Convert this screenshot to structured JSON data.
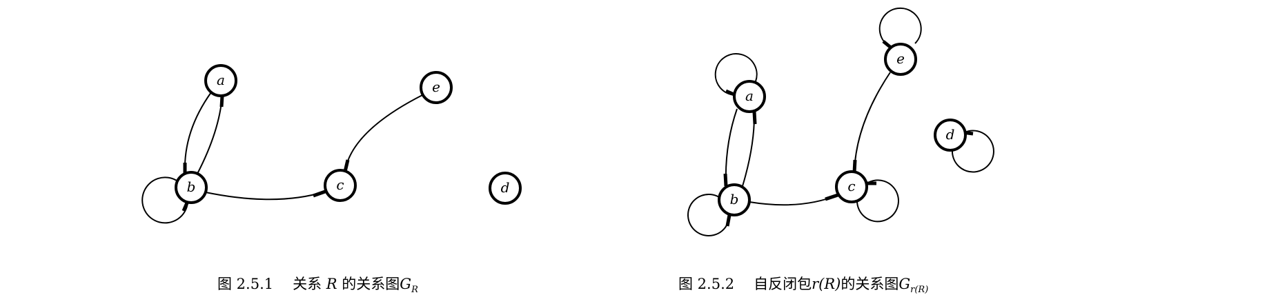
{
  "figure1": {
    "number": "图 2.5.1",
    "caption_prefix": "关系",
    "relation": "R",
    "caption_mid": "的关系图",
    "graph_symbol": "G",
    "graph_subscript": "R",
    "nodes": [
      "a",
      "b",
      "c",
      "d",
      "e"
    ],
    "edges": [
      [
        "a",
        "b"
      ],
      [
        "b",
        "a"
      ],
      [
        "b",
        "b"
      ],
      [
        "b",
        "c"
      ],
      [
        "e",
        "c"
      ]
    ]
  },
  "figure2": {
    "number": "图 2.5.2",
    "caption_prefix": "自反闭包",
    "relation": "r(R)",
    "caption_mid": "的关系图",
    "graph_symbol": "G",
    "graph_subscript": "r(R)",
    "nodes": [
      "a",
      "b",
      "c",
      "d",
      "e"
    ],
    "edges": [
      [
        "a",
        "b"
      ],
      [
        "b",
        "a"
      ],
      [
        "a",
        "a"
      ],
      [
        "b",
        "b"
      ],
      [
        "c",
        "c"
      ],
      [
        "d",
        "d"
      ],
      [
        "e",
        "e"
      ],
      [
        "b",
        "c"
      ],
      [
        "e",
        "c"
      ]
    ]
  }
}
